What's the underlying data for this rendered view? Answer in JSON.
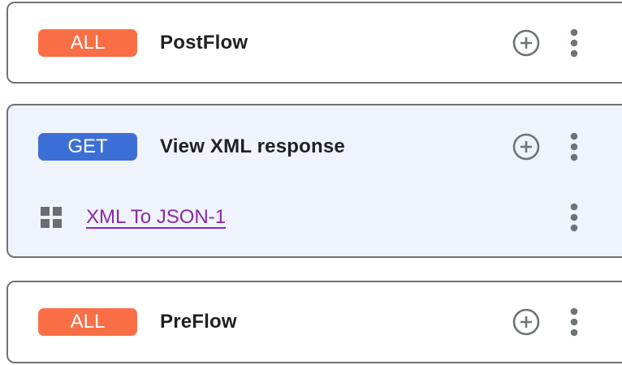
{
  "colors": {
    "card_border": "#6E7376",
    "selected_flow_bg": "#EFF3FB",
    "badge_all": "#FA6E46",
    "badge_get": "#3C6FD6",
    "link_purple": "#8A28A8",
    "icon_gray": "#6E7376",
    "grid_icon_gray": "#6A6E72",
    "title_text": "#202124"
  },
  "icons": {
    "add": "add-circle-outline-icon",
    "menu": "more-vert-kebab-icon",
    "policy": "policy-grid-icon"
  },
  "flows": [
    {
      "badge": {
        "label": "ALL",
        "color": "#FA6E46"
      },
      "title": "PostFlow"
    },
    {
      "badge": {
        "label": "GET",
        "color": "#3C6FD6"
      },
      "title": "View XML response",
      "policy": {
        "label": "XML To JSON-1",
        "color": "#8A28A8"
      }
    },
    {
      "badge": {
        "label": "ALL",
        "color": "#FA6E46"
      },
      "title": "PreFlow"
    }
  ]
}
